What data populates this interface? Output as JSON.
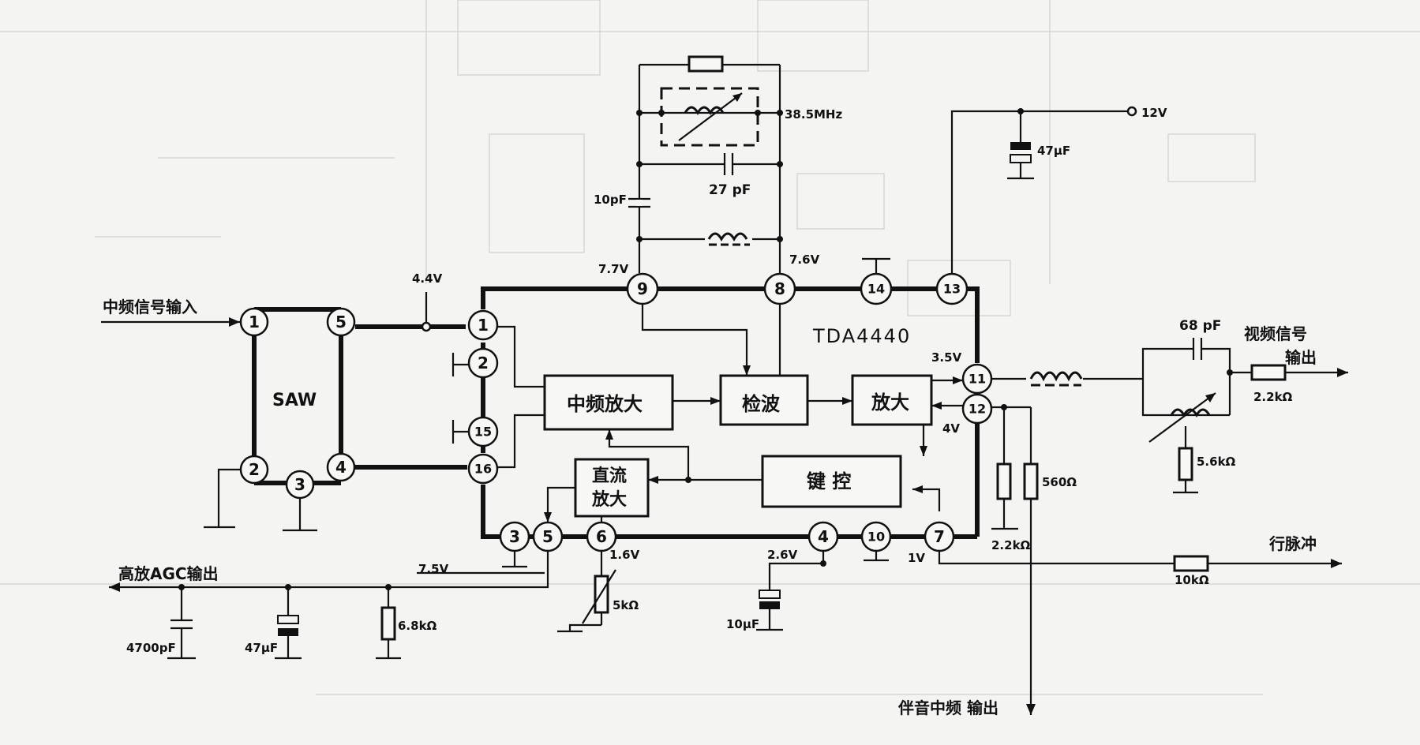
{
  "ic_name": "TDA4440",
  "blocks": {
    "if_amp": "中频放大",
    "detector": "检波",
    "amplifier": "放大",
    "dc_amp_line1": "直流",
    "dc_amp_line2": "放大",
    "keyed": "键 控",
    "saw": "SAW"
  },
  "io_labels": {
    "if_input": "中频信号输入",
    "rf_agc_output": "高放AGC输出",
    "video_output_line1": "视频信号",
    "video_output_line2": "输出",
    "line_pulse": "行脉冲",
    "sound_if_output": "伴音中频 输出"
  },
  "voltages": {
    "v_4_4": "4.4V",
    "v_7_7": "7.7V",
    "v_7_6": "7.6V",
    "v_3_5": "3.5V",
    "v_4": "4V",
    "v_7_5": "7.5V",
    "v_1_6": "1.6V",
    "v_2_6": "2.6V",
    "v_1": "1V",
    "v_12": "12V"
  },
  "components": {
    "freq": "38.5MHz",
    "c_27p": "27 pF",
    "c_10p": "10pF",
    "c_47u_top": "47μF",
    "c_68p": "68 pF",
    "r_2_2k_out": "2.2kΩ",
    "r_5_6k": "5.6kΩ",
    "r_560": "560Ω",
    "r_2_2k_bot": "2.2kΩ",
    "r_10k": "10kΩ",
    "c_4700p": "4700pF",
    "c_47u_bot": "47μF",
    "r_6_8k": "6.8kΩ",
    "pot_5k": "5kΩ",
    "c_10u": "10μF"
  },
  "saw_pins": [
    "1",
    "5",
    "2",
    "3",
    "4"
  ],
  "ic_pins": [
    "1",
    "2",
    "15",
    "16",
    "9",
    "8",
    "14",
    "13",
    "11",
    "12",
    "3",
    "5",
    "6",
    "4",
    "10",
    "7"
  ]
}
